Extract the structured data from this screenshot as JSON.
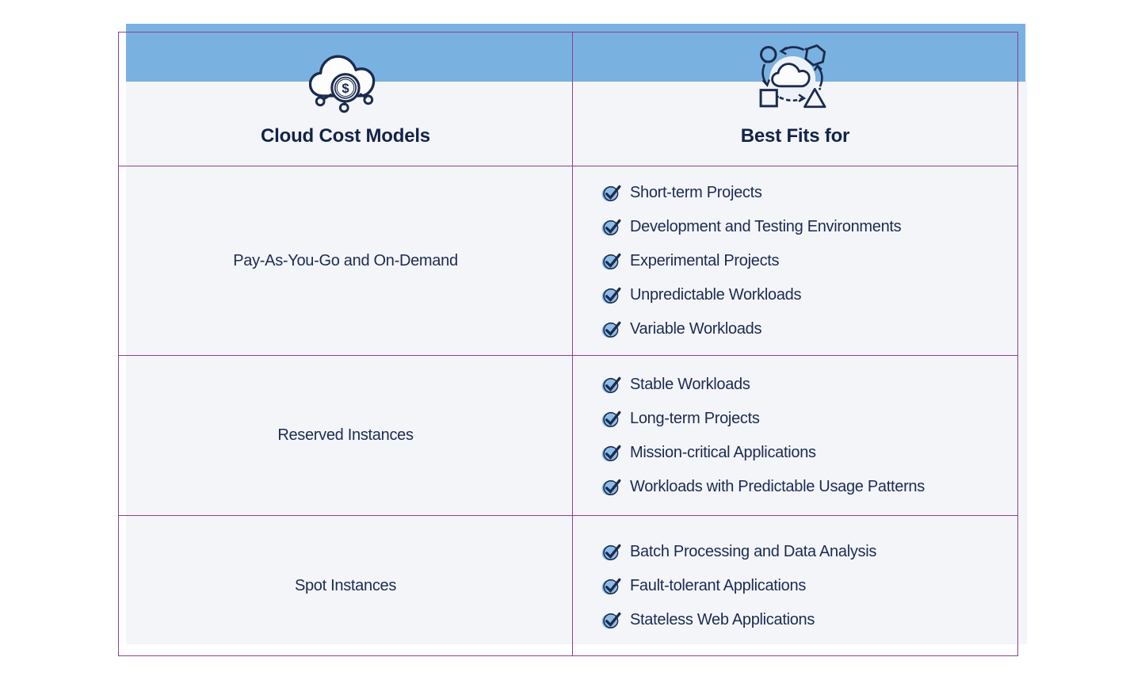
{
  "table": {
    "columns": [
      {
        "title": "Cloud Cost Models",
        "icon": "cloud-dollar-icon"
      },
      {
        "title": "Best Fits for",
        "icon": "workload-cycle-icon"
      }
    ],
    "rows": [
      {
        "model": "Pay-As-You-Go and On-Demand",
        "fits": [
          "Short-term Projects",
          "Development and Testing Environments",
          "Experimental Projects",
          "Unpredictable Workloads",
          "Variable Workloads"
        ]
      },
      {
        "model": "Reserved Instances",
        "fits": [
          "Stable Workloads",
          "Long-term Projects",
          "Mission-critical Applications",
          "Workloads with Predictable Usage Patterns"
        ]
      },
      {
        "model": "Spot Instances",
        "fits": [
          "Batch Processing and Data Analysis",
          "Fault-tolerant Applications",
          "Stateless Web Applications"
        ]
      }
    ]
  },
  "icons": {
    "list_marker": "check-circle-icon",
    "coin_symbol": "$"
  },
  "colors": {
    "accent_band": "#79b1e0",
    "panel_bg": "#f3f5f9",
    "table_border": "#8c4190",
    "heading_text": "#132348",
    "body_text": "#1c2b50",
    "icon_stroke": "#1b2b4d",
    "check_fill": "#8cbde8",
    "canvas_bg": "#ffffff"
  }
}
